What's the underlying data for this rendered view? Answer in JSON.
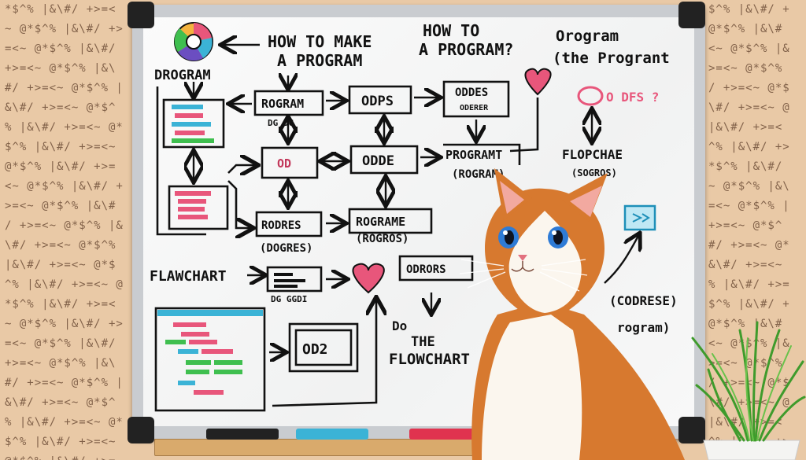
{
  "board": {
    "title_main": [
      "HOW TO MAKE",
      "A PROGRAM"
    ],
    "title_right": [
      "HOW TO",
      "A PROGRAM?"
    ],
    "title_far_right": [
      "Orogram",
      "(the Progrant"
    ],
    "label_program": "DROGRAM",
    "box_rogram": "ROGRAM",
    "sub_rogram": "DG DG",
    "box_odps": "ODPS",
    "box_oddes": "ODDES",
    "sub_oddes": "ODERER",
    "box_od": "OD",
    "box_odde": "ODDE",
    "box_programt": "PROGRAMT",
    "sub_programt": "(ROGRAM)",
    "label_odfs": "O DFS ?",
    "label_flopchae": "FLOPCHAE",
    "sub_flopchae": "(SOGROS)",
    "box_rodres": "RODRES",
    "sub_rodres": "(DOGRES)",
    "box_programe": "ROGRAME",
    "sub_programe": "(ROGROS)",
    "label_flawchart": "FLAWCHART",
    "sub_flawchart": "DG GGDI",
    "box_odrors": "ODRORS",
    "box_od2": "OD2",
    "label_do": "Do",
    "label_the": "THE",
    "label_flowchart": "FLOWCHART",
    "label_codrese": "(CODRESE)",
    "label_program_right": "rogram)"
  },
  "colors": {
    "board_frame": "#c9ccd0",
    "ink": "#111111",
    "pink": "#e8567b",
    "cyan": "#3bb3d6",
    "green": "#3fbf4f",
    "cat_orange": "#d7792f"
  }
}
